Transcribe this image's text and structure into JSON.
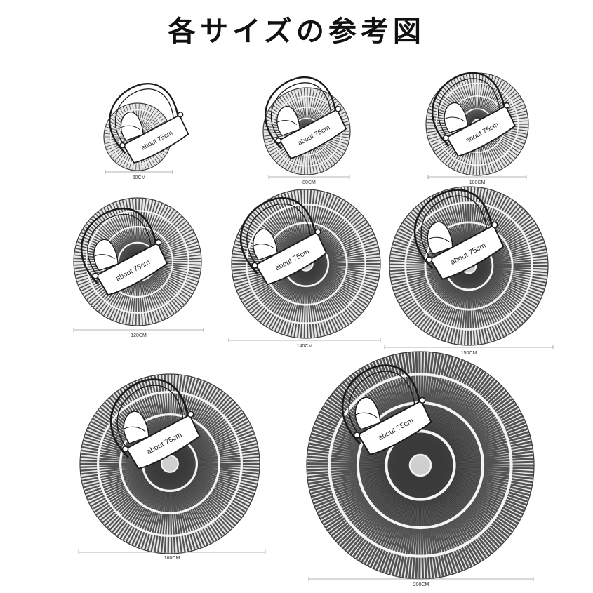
{
  "title": "各サイズの参考図",
  "chair_label": "about 75cm",
  "rugs": [
    {
      "size": "60CM"
    },
    {
      "size": "80CM"
    },
    {
      "size": "100CM"
    },
    {
      "size": "120CM"
    },
    {
      "size": "140CM"
    },
    {
      "size": "150CM"
    },
    {
      "size": "160CM"
    },
    {
      "size": "200CM"
    }
  ],
  "colors": {
    "rug_stripe": "#3a3a3a",
    "rug_fill": "#e6e6e6",
    "rug_ring": "#f4f4f4",
    "chair_stroke": "#1a1a1a",
    "chair_fill": "#ffffff"
  }
}
